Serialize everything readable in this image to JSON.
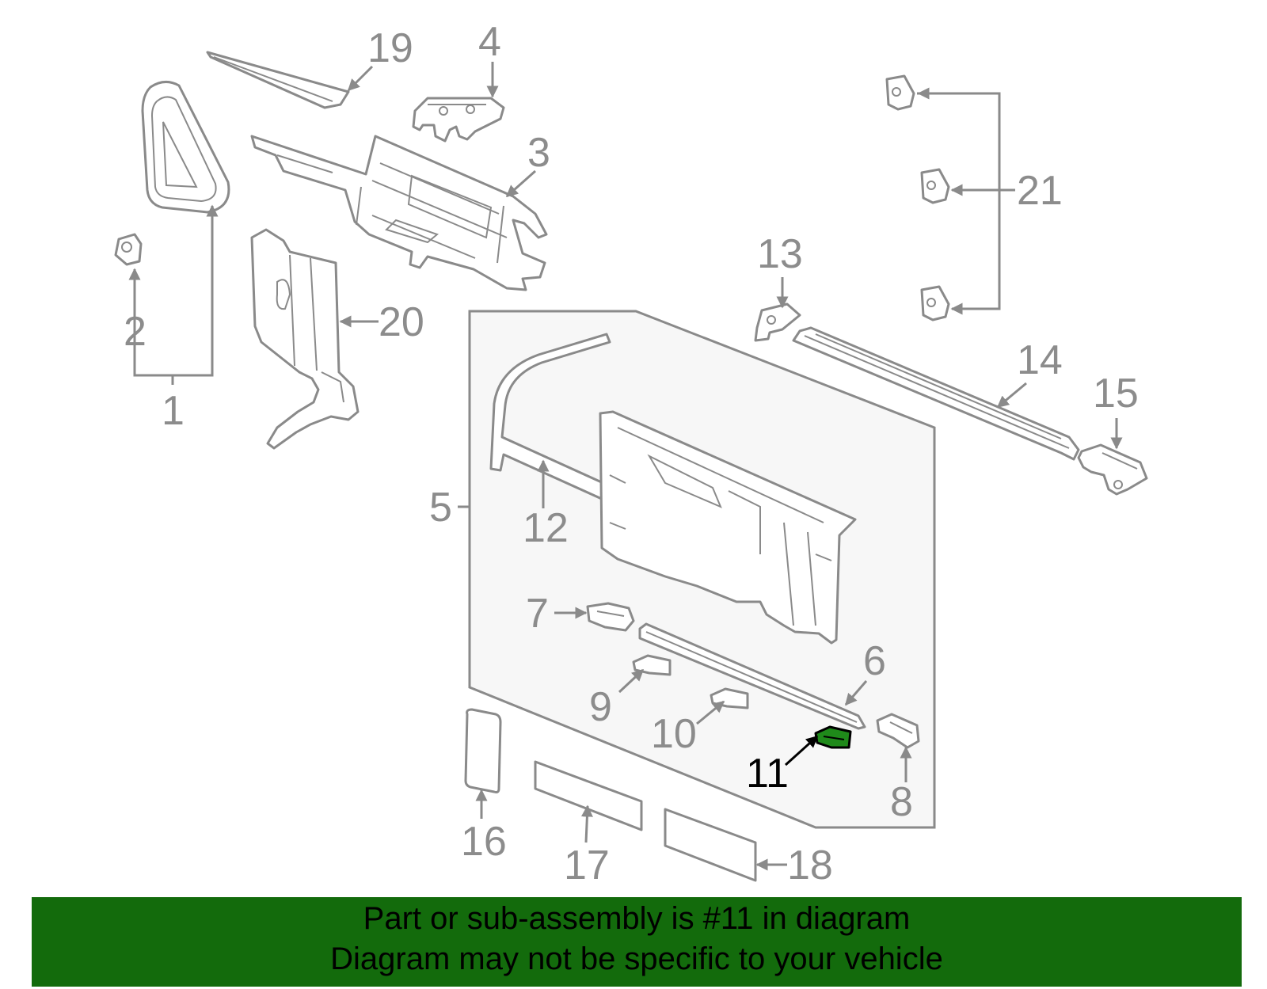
{
  "callouts": {
    "c1": "1",
    "c2": "2",
    "c3": "3",
    "c4": "4",
    "c5": "5",
    "c6": "6",
    "c7": "7",
    "c8": "8",
    "c9": "9",
    "c10": "10",
    "c11": "11",
    "c12": "12",
    "c13": "13",
    "c14": "14",
    "c15": "15",
    "c16": "16",
    "c17": "17",
    "c18": "18",
    "c19": "19",
    "c20": "20",
    "c21": "21"
  },
  "highlighted_part": "11",
  "colors": {
    "line": "#8a8a8a",
    "highlight_fill": "#1f8a1a",
    "banner_bg": "#136b0c",
    "panel_bg": "#f7f7f7"
  },
  "banner": {
    "line1": "Part or sub-assembly is #11 in diagram",
    "line2": "Diagram may not be specific to your vehicle"
  }
}
